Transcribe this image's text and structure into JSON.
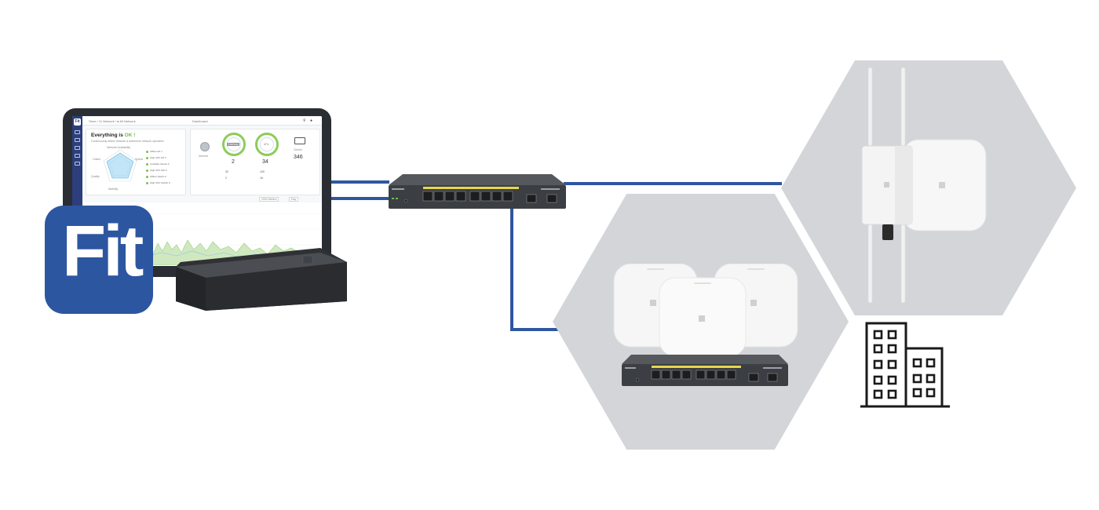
{
  "colors": {
    "link": "#2f56a0",
    "hexagon": "#d3d5d9",
    "fit_badge": "#2d56a1",
    "accent_green": "#6dbf45",
    "switch_body": "#3b3e42",
    "switch_port_led": "#e6d64a"
  },
  "fit_logo": {
    "text": "Fit"
  },
  "dashboard": {
    "breadcrumb": "Store / 11 Network / ● All Network",
    "page_title": "Dashboard",
    "headline_prefix": "Everything is",
    "headline_status": "OK !",
    "headline_sub": "Continuously detect network & determine network operation",
    "radar_title": "Network Availability",
    "radar_labels": [
      "Online",
      "Speed",
      "Quality",
      "Stability"
    ],
    "list_items": [
      {
        "label": "Offline AP",
        "value": "1"
      },
      {
        "label": "High CPU AP",
        "value": "0"
      },
      {
        "label": "Unstable Clients",
        "value": "0"
      },
      {
        "label": "High CPU SW",
        "value": "0"
      },
      {
        "label": "Offline Switch",
        "value": "0"
      },
      {
        "label": "High CPU Switch",
        "value": "0"
      }
    ],
    "stats": {
      "internet_label": "Internet",
      "gateway_label": "Gateway",
      "gateway_value": "2",
      "aps_label": "APs",
      "aps_value": "34",
      "clients_label": "Clients",
      "clients_value": "346",
      "sub_a1": "32",
      "sub_a2": "2",
      "sub_b1": "100",
      "sub_b2": "16"
    },
    "filter_1": "2000 Meters",
    "filter_2": "Day"
  },
  "icons": {
    "search": "search-icon",
    "bell": "bell-icon",
    "building": "building-icon"
  }
}
